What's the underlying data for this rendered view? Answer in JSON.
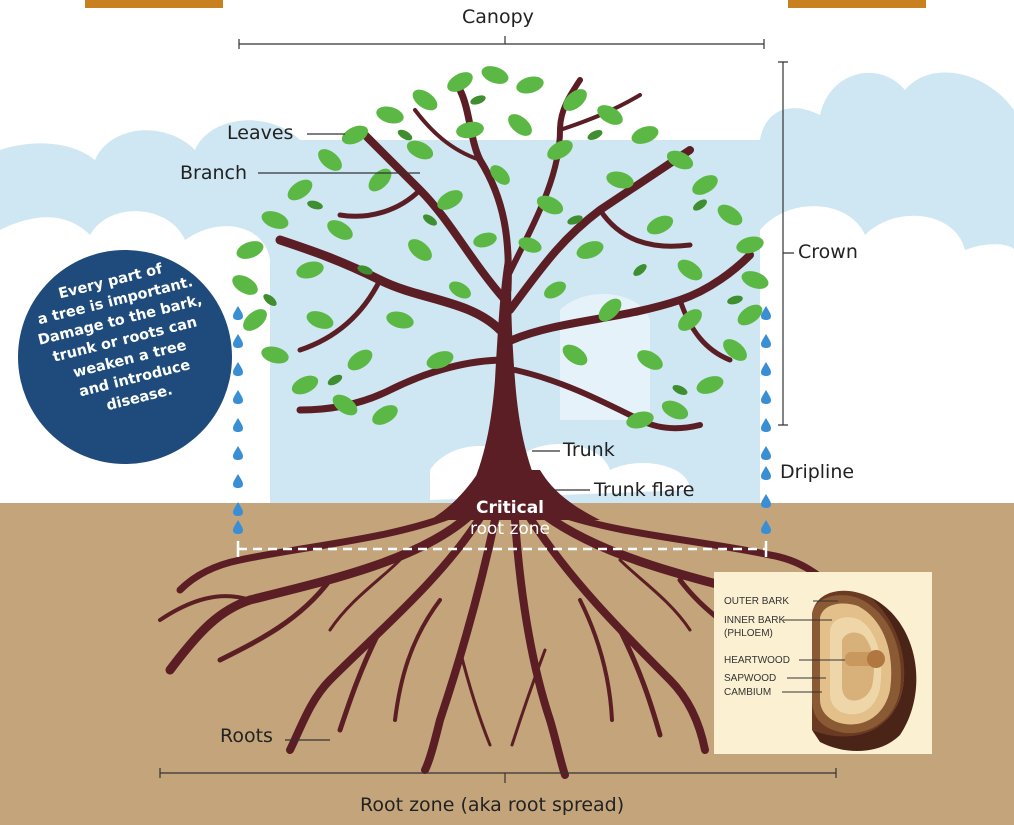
{
  "labels": {
    "canopy": "Canopy",
    "leaves": "Leaves",
    "branch": "Branch",
    "crown": "Crown",
    "trunk": "Trunk",
    "trunk_flare": "Trunk flare",
    "dripline": "Dripline",
    "critical_root_zone_line1": "Critical",
    "critical_root_zone_line2": "root zone",
    "roots": "Roots",
    "root_zone": "Root zone (aka root spread)"
  },
  "callout": {
    "lines": [
      "Every part of",
      "a tree is important.",
      "Damage to the bark,",
      "trunk or roots can",
      "weaken a tree",
      "and introduce",
      "disease."
    ]
  },
  "cross_section": {
    "outer_bark": "OUTER BARK",
    "inner_bark_1": "INNER BARK",
    "inner_bark_2": "(PHLOEM)",
    "heartwood": "HEARTWOOD",
    "sapwood": "SAPWOOD",
    "cambium": "CAMBIUM"
  },
  "colors": {
    "sky": "#cfe6f3",
    "cloud": "#ffffff",
    "soil": "#c4a57b",
    "trunk": "#5b1e24",
    "leaf": "#5cb845",
    "leaf_dark": "#3f8e2f",
    "water_drop": "#3a8fd4",
    "badge": "#1e4b7c",
    "tab": "#c9801f"
  }
}
